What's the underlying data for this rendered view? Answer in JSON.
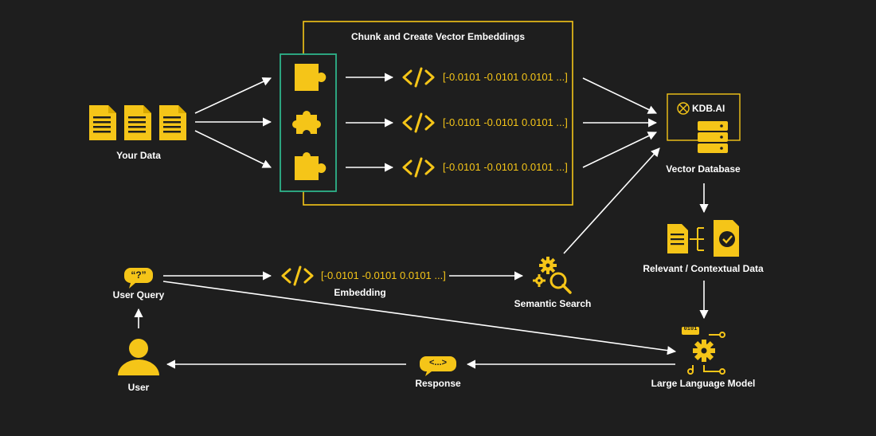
{
  "colors": {
    "background": "#1e1e1e",
    "accent": "#f5c518",
    "chunk_border": "#2db38a",
    "line": "#ffffff"
  },
  "chunk_box": {
    "title": "Chunk and Create Vector Embeddings"
  },
  "nodes": {
    "your_data": {
      "label": "Your Data",
      "icon": "documents-icon"
    },
    "vector_database": {
      "label": "Vector Database",
      "brand": "KDB.AI",
      "icon": "database-server-icon"
    },
    "relevant_data": {
      "label": "Relevant / Contextual Data",
      "icon": "contextual-data-icon"
    },
    "llm": {
      "label": "Large Language Model",
      "icon": "llm-chip-gear-icon",
      "chip_text": "0101"
    },
    "user": {
      "label": "User",
      "icon": "user-icon"
    },
    "user_query": {
      "label": "User Query",
      "icon": "query-bubble-icon",
      "bubble_text": "“?”"
    },
    "embedding": {
      "label": "Embedding",
      "vector": "[-0.0101 -0.0101 0.0101 ...]",
      "icon": "code-icon"
    },
    "semantic_search": {
      "label": "Semantic Search",
      "icon": "gears-magnifier-icon"
    },
    "response": {
      "label": "Response",
      "icon": "response-bubble-icon",
      "bubble_text": "<...>"
    }
  },
  "chunks": [
    {
      "icon": "puzzle-piece-icon",
      "vector": "[-0.0101 -0.0101 0.0101 ...]"
    },
    {
      "icon": "puzzle-piece-icon",
      "vector": "[-0.0101 -0.0101 0.0101 ...]"
    },
    {
      "icon": "puzzle-piece-icon",
      "vector": "[-0.0101 -0.0101 0.0101 ...]"
    }
  ]
}
